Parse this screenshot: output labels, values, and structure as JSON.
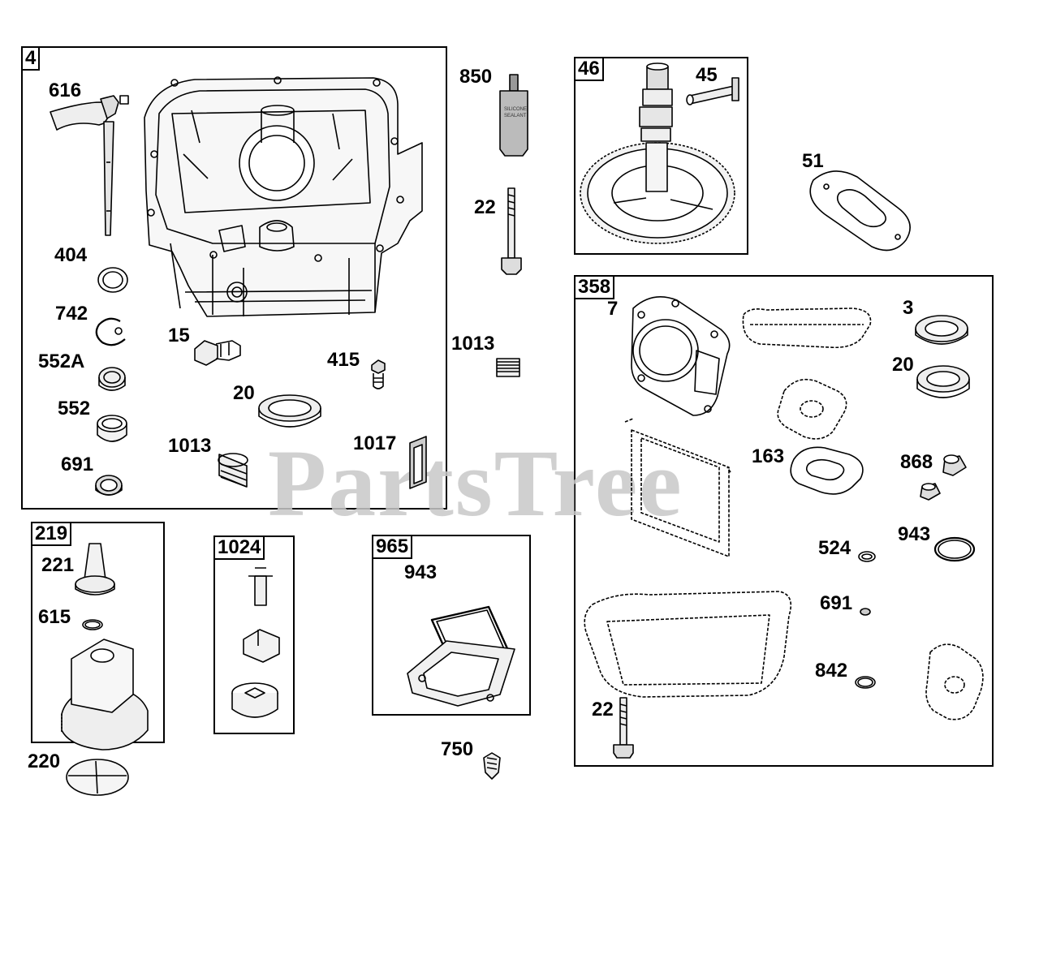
{
  "watermark": "PartsTree",
  "tube_text": [
    "SILICONE",
    "SEALANT"
  ],
  "boxes": {
    "b4": "4",
    "b46": "46",
    "b358": "358",
    "b219": "219",
    "b1024": "1024",
    "b965": "965"
  },
  "labels": {
    "p616": "616",
    "p404": "404",
    "p742": "742",
    "p552A": "552A",
    "p552": "552",
    "p691a": "691",
    "p15": "15",
    "p415": "415",
    "p20a": "20",
    "p1013a": "1013",
    "p1017": "1017",
    "p850": "850",
    "p22a": "22",
    "p1013b": "1013",
    "p45": "45",
    "p51": "51",
    "p7": "7",
    "p3": "3",
    "p20b": "20",
    "p163": "163",
    "p868": "868",
    "p524": "524",
    "p943a": "943",
    "p691b": "691",
    "p842": "842",
    "p22b": "22",
    "p221": "221",
    "p615": "615",
    "p220": "220",
    "p943b": "943",
    "p750": "750"
  }
}
